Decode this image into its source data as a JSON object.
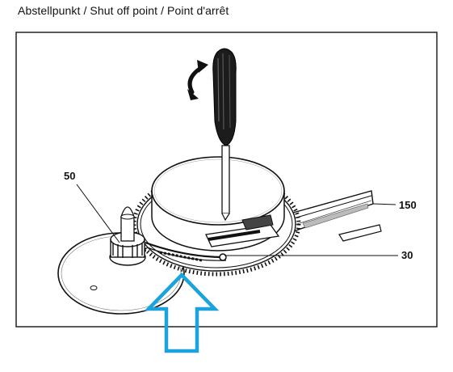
{
  "caption": "Abstellpunkt / Shut off point / Point d'arrêt",
  "callouts": {
    "label_50": "50",
    "label_150": "150",
    "label_30": "30"
  },
  "colors": {
    "highlight_arrow": "#1aa3dd",
    "line_art": "#111111",
    "frame": "#222222"
  },
  "icons": {
    "rotation_indicator": "curved-rotation-arrow-icon",
    "tool": "screwdriver-icon",
    "highlight": "up-arrow-icon"
  }
}
